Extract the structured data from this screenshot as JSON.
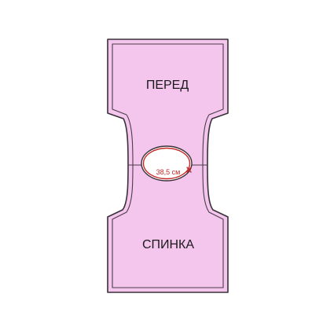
{
  "pattern": {
    "front_label": "ПЕРЕД",
    "back_label": "СПИНКА",
    "neck_measurement": "38,5 см"
  },
  "colors": {
    "fabric": "#f4c6ee",
    "outline": "#3a3038",
    "seam": "#4a3d47",
    "measurement": "#c42a2a"
  }
}
